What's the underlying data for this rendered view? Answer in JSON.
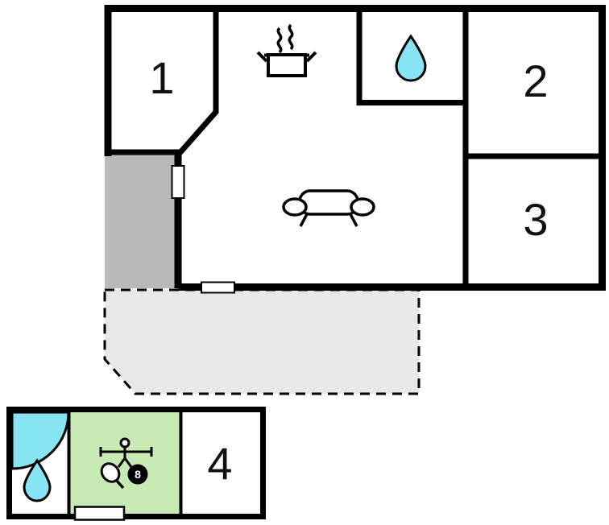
{
  "floorplan": {
    "colors": {
      "wall": "#000000",
      "water_fill": "#87e4f2",
      "carport_fill": "#b9b9b9",
      "terrace_fill": "#e8e8e8",
      "game_room_fill": "#c8ebb5",
      "door_fill": "#ffffff"
    },
    "rooms": [
      {
        "name": "room-1",
        "label": "1"
      },
      {
        "name": "room-2",
        "label": "2"
      },
      {
        "name": "room-3",
        "label": "3"
      },
      {
        "name": "room-4",
        "label": "4"
      }
    ],
    "icons": {
      "kitchen_stove": "cooking-pot-with-steam-icon",
      "bathroom_drop": "water-drop-icon",
      "living_sofa": "sofa-icon",
      "shower_corner": "corner-shower-icon",
      "annex_drop": "water-drop-icon",
      "game_table": "foosball-player-paddle-icon",
      "eight_ball": "8"
    }
  }
}
